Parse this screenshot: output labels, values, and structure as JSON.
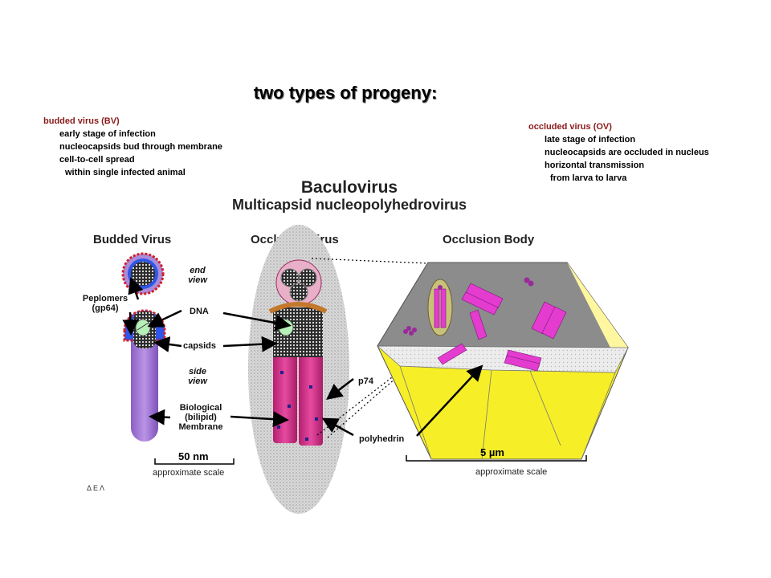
{
  "slide": {
    "title": "two types of progeny:"
  },
  "left_notes": {
    "heading": "budded virus (BV)",
    "lines": [
      "early stage of infection",
      "nucleocapsids bud through membrane",
      "cell-to-cell spread"
    ],
    "sub": "within single infected animal"
  },
  "right_notes": {
    "heading": "occluded virus (OV)",
    "lines": [
      "late stage of infection",
      "nucleocapsids are occluded in nucleus",
      "horizontal transmission"
    ],
    "sub": "from larva to larva"
  },
  "diagram": {
    "title": "Baculovirus",
    "subtitle": "Multicapsid nucleopolyhedrovirus",
    "sections": {
      "budded": "Budded Virus",
      "occluded": "Occluded Virus",
      "body": "Occlusion Body"
    },
    "labels": {
      "end_view_1": "end",
      "end_view_2": "view",
      "peplomers_1": "Peplomers",
      "peplomers_2": "(gp64)",
      "dna": "DNA",
      "capsids": "capsids",
      "side_view_1": "side",
      "side_view_2": "view",
      "membrane_1": "Biological",
      "membrane_2": "(bilipid)",
      "membrane_3": "Membrane",
      "p74": "p74",
      "polyhedrin": "polyhedrin"
    },
    "scale_left": {
      "value": "50 nm",
      "caption": "approximate scale"
    },
    "scale_right": {
      "value": "5 µm",
      "caption": "approximate scale"
    },
    "credit": "Δ Ε Λ"
  },
  "colors": {
    "budded_body": "#a77fd6",
    "envelope_blue": "#2f56e8",
    "peplomer_red": "#d21f2a",
    "tube_pink": "#d4308a",
    "crystal_yellow": "#f6ee27",
    "crystal_gray": "#8c8c8c",
    "rod_magenta": "#e33ccf",
    "note_heading": "#8b1a1a"
  }
}
